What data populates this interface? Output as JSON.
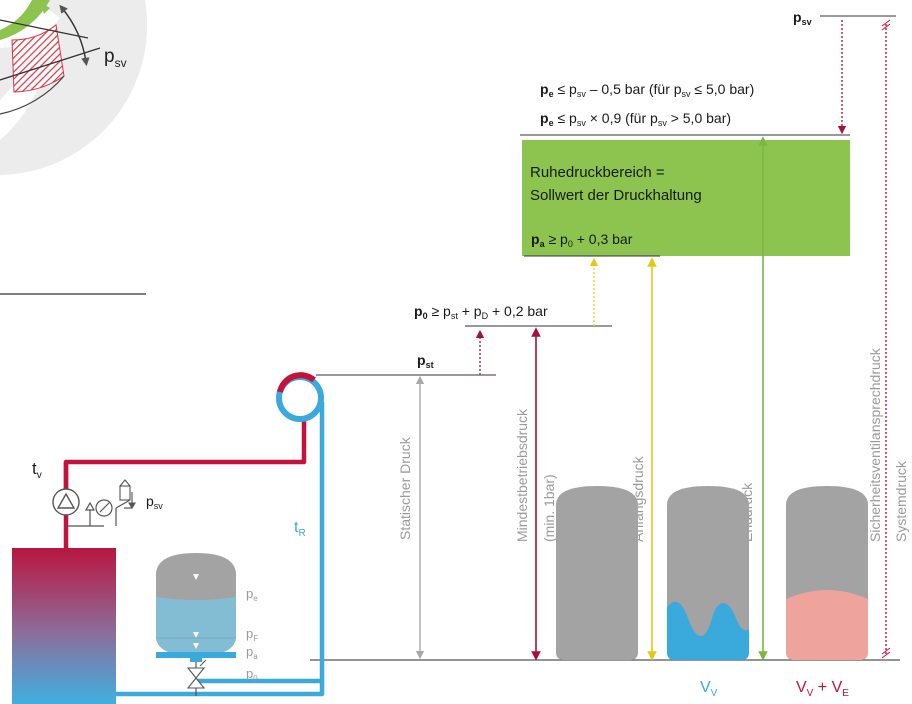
{
  "labels": {
    "psv_top": "p",
    "psv_top_sub": "sv",
    "psv_gauge": "p",
    "psv_gauge_sub": "sv",
    "pe_line1_var": "p",
    "pe_line1_var_sub": "e",
    "pe_line1_text": "≤ p",
    "pe_line1_sub": "sv",
    "pe_line1_rest": " – 0,5 bar (für p",
    "pe_line1_sub2": "sv",
    "pe_line1_end": " ≤ 5,0 bar)",
    "pe_line2_var": "p",
    "pe_line2_var_sub": "e",
    "pe_line2_text": "≤ p",
    "pe_line2_sub": "sv",
    "pe_line2_rest": " × 0,9 (für p",
    "pe_line2_sub2": "sv",
    "pe_line2_end": " > 5,0 bar)",
    "rest_range_line1": "Ruhedruckbereich =",
    "rest_range_line2": "Sollwert der Druckhaltung",
    "pa_var": "p",
    "pa_var_sub": "a",
    "pa_text": "≥ p",
    "pa_sub": "0",
    "pa_rest": " + 0,3 bar",
    "p0_var": "p",
    "p0_var_sub": "0",
    "p0_text": "≥ p",
    "p0_sub": "st",
    "p0_mid": " + p",
    "p0_sub2": "D",
    "p0_rest": " + 0,2 bar",
    "pst_var": "p",
    "pst_var_sub": "st",
    "tv": "t",
    "tv_sub": "v",
    "psv_valve": "p",
    "psv_valve_sub": "sv",
    "tr": "t",
    "tr_sub": "R",
    "vessel_pe": "p",
    "vessel_pe_sub": "e",
    "vessel_pf": "p",
    "vessel_pf_sub": "F",
    "vessel_pa": "p",
    "vessel_pa_sub": "a",
    "vessel_p0": "p",
    "vessel_p0_sub": "0",
    "vv": "V",
    "vv_sub": "V",
    "vv_ve": "V",
    "vv_ve_sub1": "V",
    "vv_ve_plus": " + V",
    "vv_ve_sub2": "E"
  },
  "vertical_labels": {
    "statischer_druck": "Statischer Druck",
    "mindestbetriebsdruck": "Mindestbetriebsdruck",
    "min_1bar": "(min. 1bar)",
    "anfangsdruck": "Anfangsdruck",
    "enddruck": "Enddruck",
    "sicherheitsventil": "Sicherheitsventilansprechdruck",
    "systemdruck": "Systemdruck"
  },
  "colors": {
    "green_box": "#8dc44f",
    "red": "#c4123c",
    "blue": "#3aa9dc",
    "grey_line": "#9a9a9a",
    "yellow": "#f2d21a",
    "vessel_grey": "#9c9c9c",
    "water_blue": "#4fb2e0",
    "pink_fill": "#eea39c"
  }
}
